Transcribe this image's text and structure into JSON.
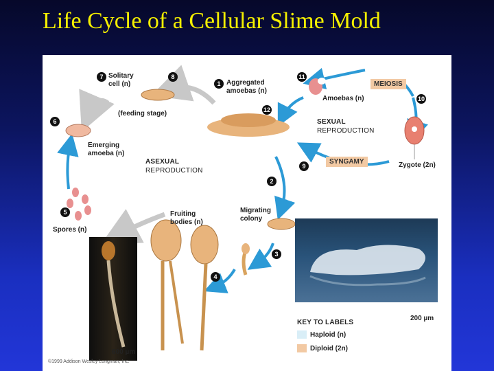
{
  "slide": {
    "title": "Life Cycle of a Cellular Slime Mold"
  },
  "labels": {
    "solitary_cell": "Solitary",
    "solitary_cell_2": "cell (n)",
    "feeding_stage": "(feeding stage)",
    "aggregated": "Aggregated",
    "aggregated_2": "amoebas (n)",
    "emerging": "Emerging",
    "emerging_2": "amoeba (n)",
    "asexual": "ASEXUAL",
    "reproduction_asexual": "REPRODUCTION",
    "sexual": "SEXUAL",
    "reproduction_sexual": "REPRODUCTION",
    "amoebas": "Amoebas (n)",
    "meiosis": "MEIOSIS",
    "syngamy": "SYNGAMY",
    "zygote": "Zygote (2n)",
    "spores": "Spores (n)",
    "fruiting": "Fruiting",
    "fruiting_2": "bodies (n)",
    "migrating": "Migrating",
    "migrating_2": "colony",
    "scale_600": "600 µm",
    "scale_200": "200 µm",
    "key_title": "KEY TO LABELS",
    "key_haploid": "Haploid (n)",
    "key_diploid": "Diploid (2n)",
    "copyright": "©1999 Addison Wesley Longman, Inc."
  },
  "steps": [
    "1",
    "2",
    "3",
    "4",
    "5",
    "6",
    "7",
    "8",
    "9",
    "10",
    "11",
    "12"
  ],
  "colors": {
    "title": "#f5f000",
    "arrow_gray": "#c8c8c8",
    "arrow_blue": "#2c9ad6",
    "haploid": "#d9eef7",
    "diploid": "#f2c9a3",
    "amoeba": "#e8b47c"
  }
}
